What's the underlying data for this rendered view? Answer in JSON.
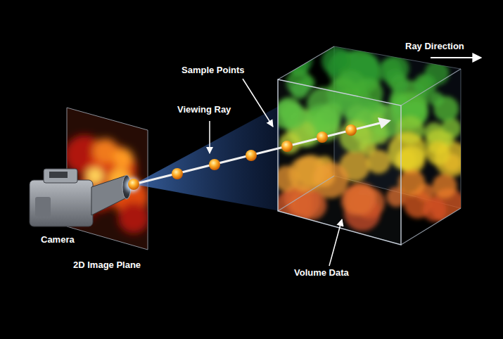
{
  "diagram": {
    "labels": [
      "Ray Direction",
      "Sample Points",
      "Viewing Ray",
      "Camera",
      "2D Image Plane",
      "Volume Data"
    ]
  }
}
